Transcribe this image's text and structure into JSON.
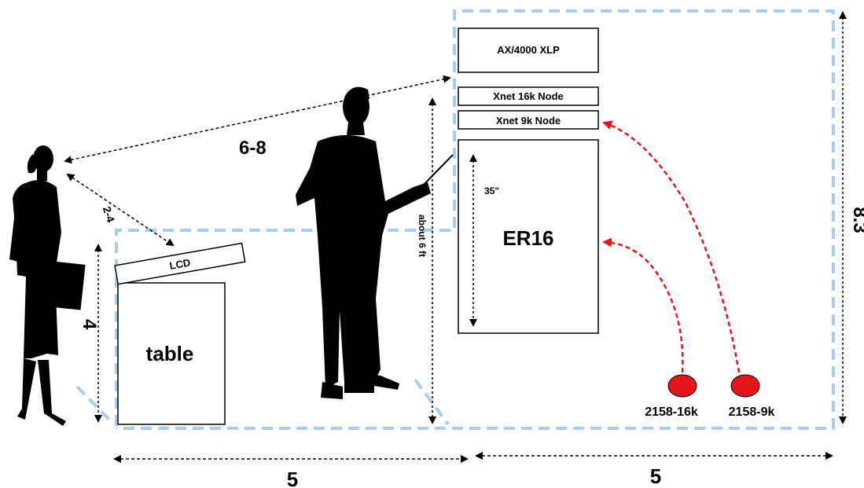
{
  "colors": {
    "room_outline": "#a9cdf2",
    "measure_arrow": "#000000",
    "cable_arrow": "#e4161b",
    "speaker_fill": "#e4161b",
    "silhouette": "#000000",
    "box_fill": "#ffffff",
    "box_stroke": "#000000"
  },
  "icons": {
    "woman": "woman-silhouette-icon",
    "presenter": "presenter-silhouette-icon"
  },
  "equipment": {
    "ax4000": "AX/4000 XLP",
    "xnet16": "Xnet 16k Node",
    "xnet9": "Xnet 9k Node",
    "er16": "ER16",
    "er16_height": "35\""
  },
  "furniture": {
    "table": "table",
    "lcd": "LCD"
  },
  "dimensions": {
    "viewing_distance": "6-8",
    "lcd_distance": "2-4",
    "woman_height": "4",
    "presenter_height": "about 6 ft",
    "rack_height": "8.3",
    "width_left": "5",
    "width_right": "5"
  },
  "connectors": {
    "jack_16k": "2158-16k",
    "jack_9k": "2158-9k"
  }
}
